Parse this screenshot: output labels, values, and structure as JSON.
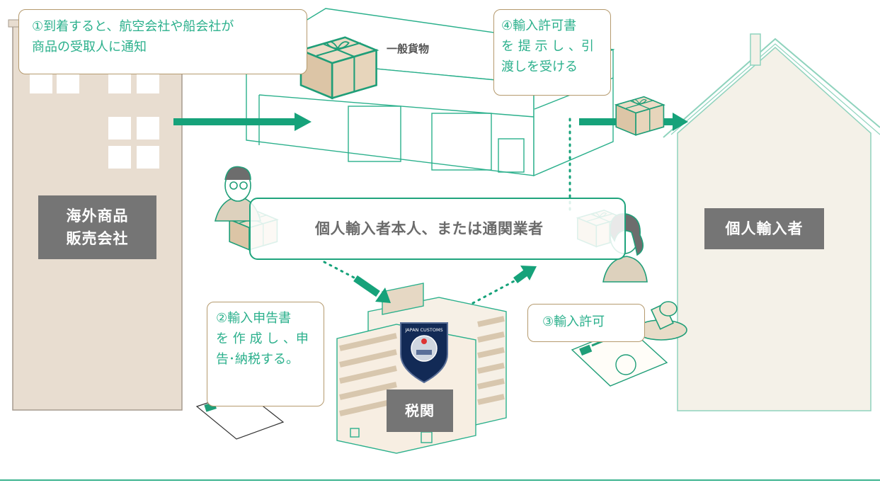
{
  "colors": {
    "accent_green": "#2bb08c",
    "arrow_green": "#16a27a",
    "building_beige": "#e8ddd0",
    "label_gray": "#757575",
    "callout_border": "#b59a6e"
  },
  "labels": {
    "overseas_company": [
      "海外商品",
      "販売会社"
    ],
    "cargo": "一般貨物",
    "importer_or_broker": "個人輸入者本人、または通関業者",
    "individual_importer": "個人輸入者",
    "customs": "税関",
    "customs_emblem": "JAPAN CUSTOMS"
  },
  "steps": {
    "step1": [
      "①到着すると、航空会社や船会社が",
      "商品の受取人に通知"
    ],
    "step2": [
      "②輸入申告書",
      "を 作 成 し 、申",
      "告･納税する。"
    ],
    "step3": [
      "③輸入許可"
    ],
    "step4": [
      "④輸入許可書",
      "を 提 示 し 、引",
      "渡しを受ける"
    ]
  },
  "icons": {
    "box": "cardboard-box-icon",
    "person_male": "man-with-glasses-icon",
    "person_female": "woman-icon",
    "stamp": "rubber-stamp-icon",
    "document": "declaration-document-icon",
    "permit": "import-permit-document-icon",
    "emblem": "customs-emblem-icon"
  }
}
